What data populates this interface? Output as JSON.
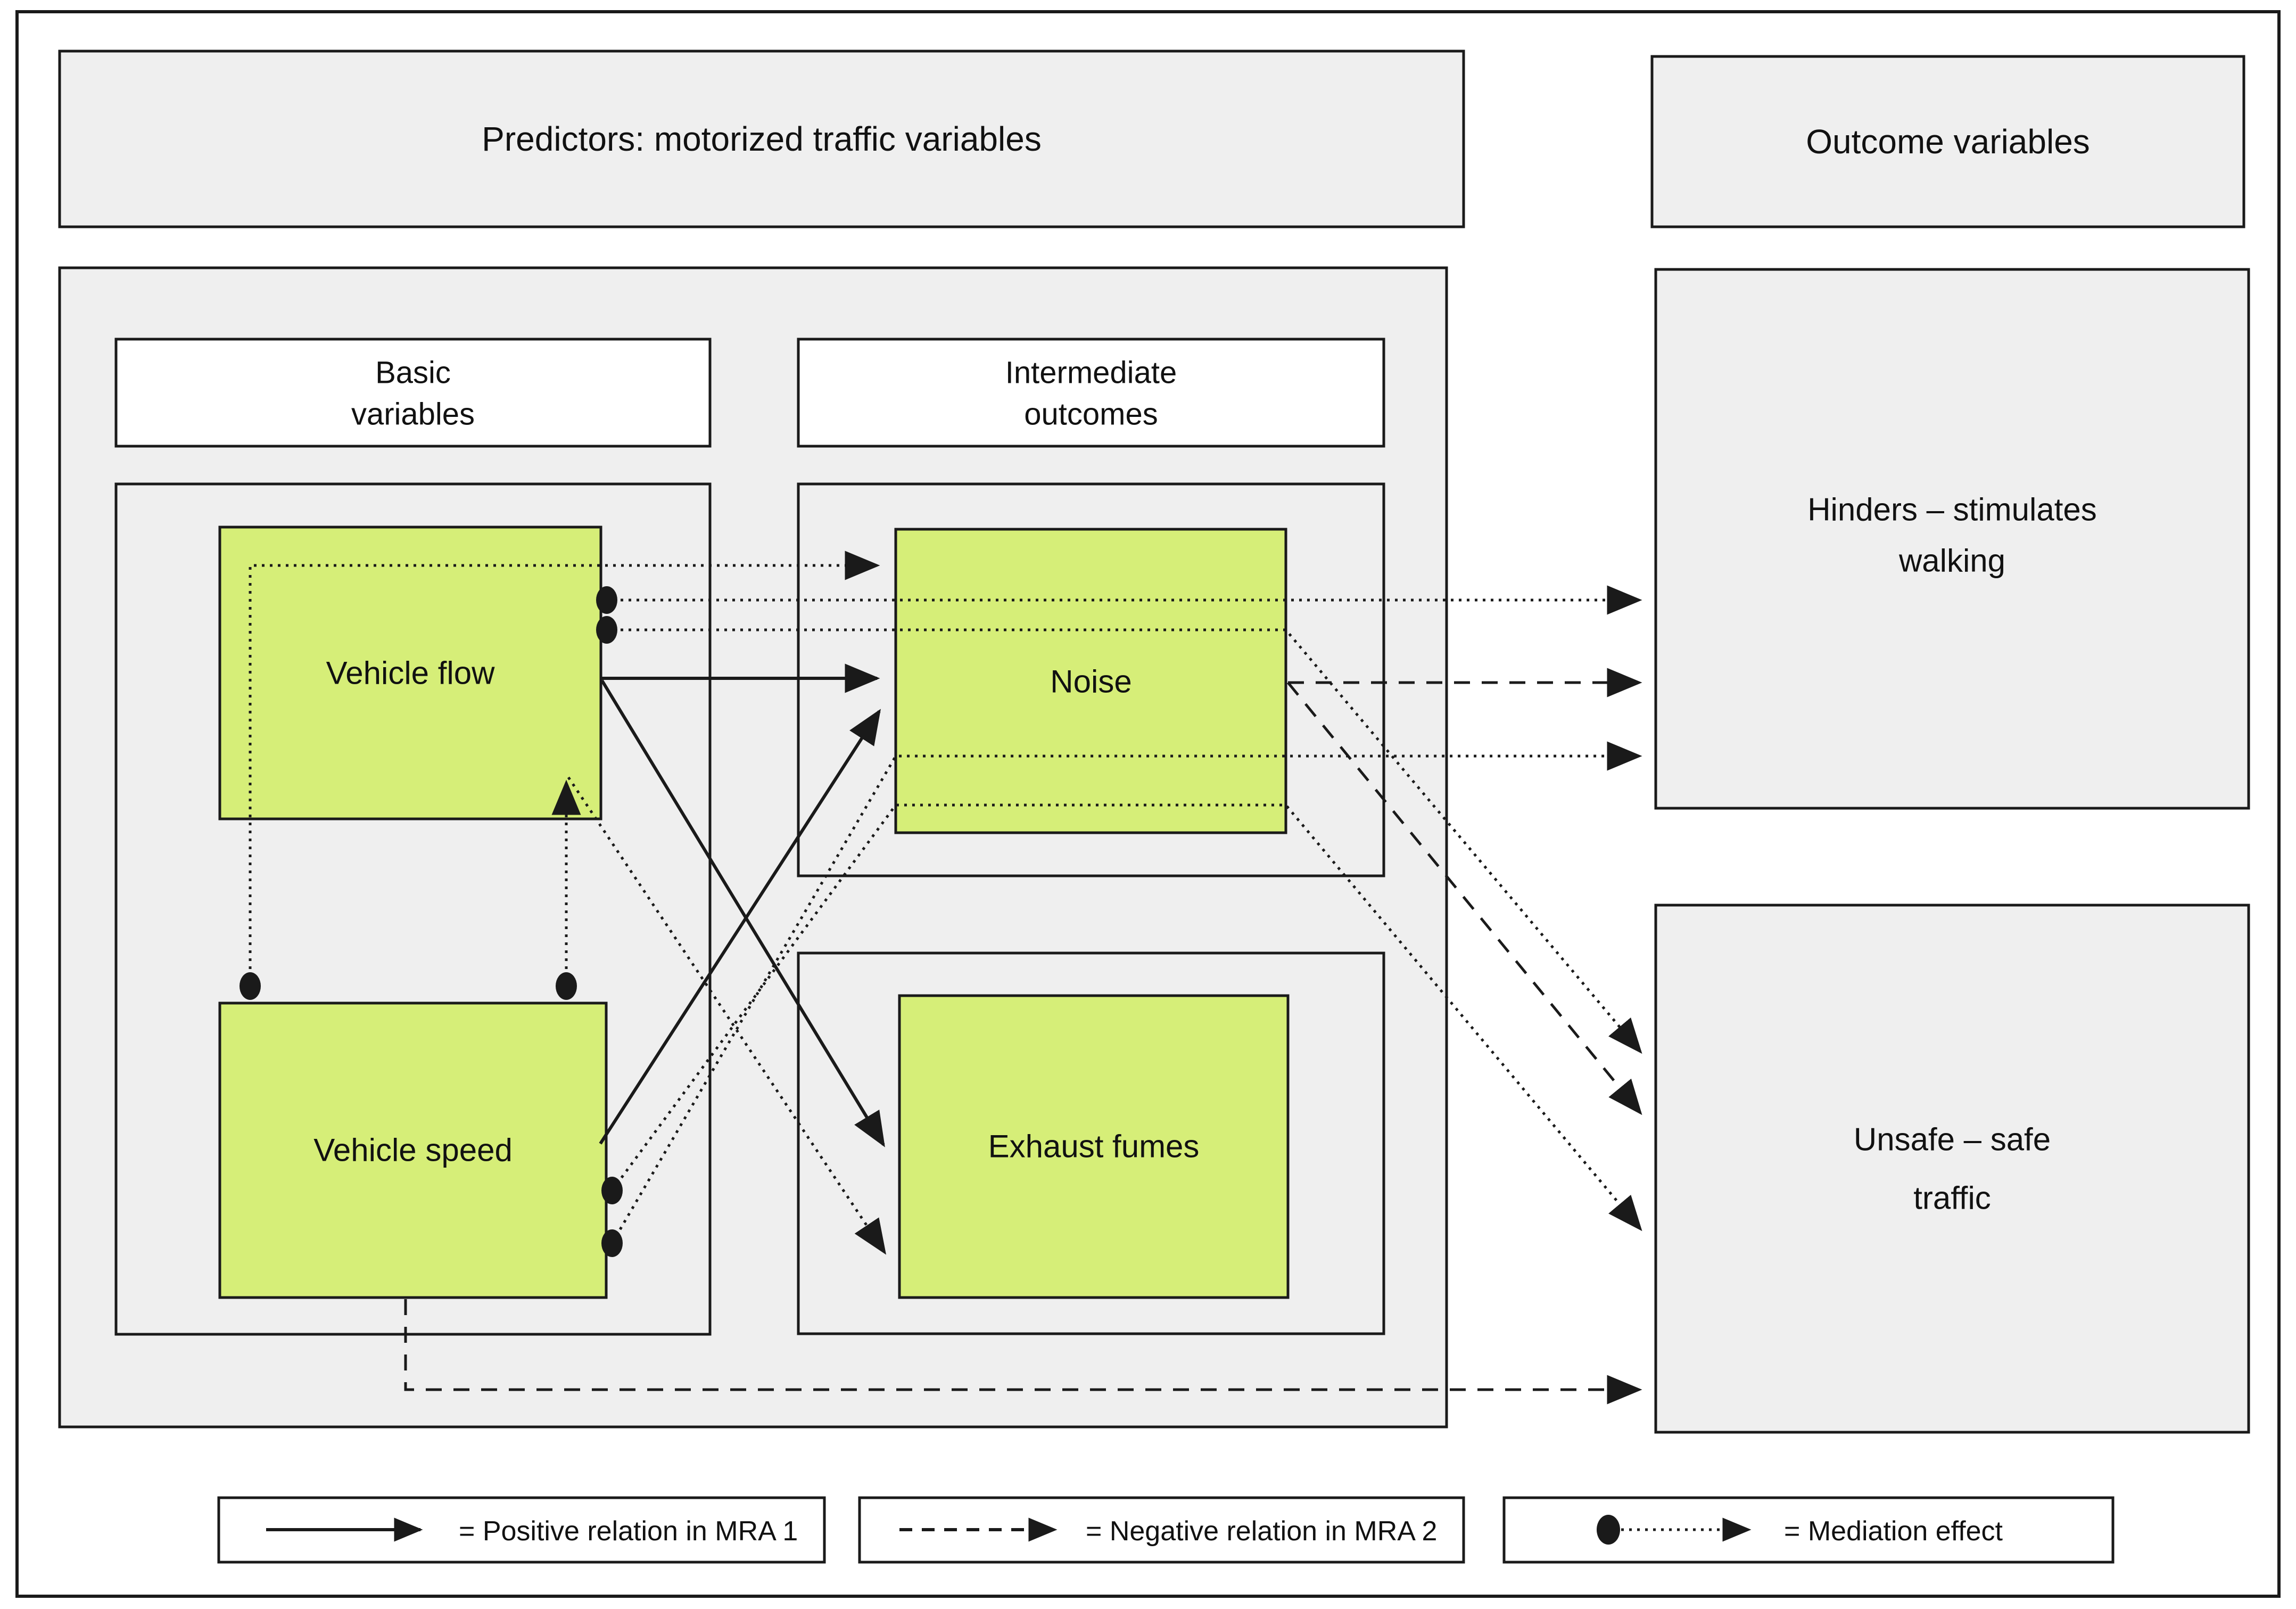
{
  "figure": {
    "type": "path-model-diagram",
    "headers": {
      "predictors": "Predictors: motorized traffic variables",
      "outcomes": "Outcome variables"
    },
    "column_labels": {
      "basic_line1": "Basic",
      "basic_line2": "variables",
      "intermediate_line1": "Intermediate",
      "intermediate_line2": "outcomes"
    },
    "nodes": {
      "vehicle_flow": "Vehicle flow",
      "vehicle_speed": "Vehicle speed",
      "noise": "Noise",
      "exhaust_fumes": "Exhaust fumes"
    },
    "outcome_boxes": {
      "hinders_line1": "Hinders – stimulates",
      "hinders_line2": "walking",
      "unsafe_line1": "Unsafe – safe",
      "unsafe_line2": "traffic"
    },
    "legend": [
      {
        "symbol": "solid-arrow",
        "label": "= Positive relation in MRA 1"
      },
      {
        "symbol": "dashed-arrow",
        "label": "= Negative relation in MRA 2"
      },
      {
        "symbol": "dot-dotted-arrow",
        "label": "= Mediation effect"
      }
    ],
    "relations": [
      {
        "from": "Vehicle flow",
        "to": "Noise",
        "type": "positive"
      },
      {
        "from": "Vehicle speed",
        "to": "Noise",
        "type": "positive"
      },
      {
        "from": "Vehicle flow",
        "to": "Exhaust fumes",
        "type": "positive"
      },
      {
        "from": "Noise",
        "to": "Hinders – stimulates walking",
        "type": "negative"
      },
      {
        "from": "Noise",
        "to": "Unsafe – safe traffic",
        "type": "negative"
      },
      {
        "from": "Vehicle speed",
        "to": "Unsafe – safe traffic",
        "type": "negative"
      },
      {
        "from": "Vehicle flow",
        "to": "Hinders – stimulates walking",
        "type": "mediation",
        "via": "Noise"
      },
      {
        "from": "Vehicle flow",
        "to": "Unsafe – safe traffic",
        "type": "mediation",
        "via": "Noise"
      },
      {
        "from": "Vehicle speed",
        "to": "Noise",
        "type": "mediation"
      },
      {
        "from": "Vehicle speed",
        "to": "Vehicle flow",
        "type": "mediation"
      },
      {
        "from": "Vehicle flow",
        "to": "Exhaust fumes",
        "type": "mediation"
      },
      {
        "from": "Vehicle speed",
        "to": "Hinders – stimulates walking",
        "type": "mediation",
        "via": "Noise"
      },
      {
        "from": "Vehicle speed",
        "to": "Unsafe – safe traffic",
        "type": "mediation",
        "via": "Noise"
      }
    ],
    "colors": {
      "node_green": "#d6ee78",
      "panel_gray": "#efefef",
      "label_white": "#ffffff",
      "line_black": "#1a1a1a"
    }
  }
}
